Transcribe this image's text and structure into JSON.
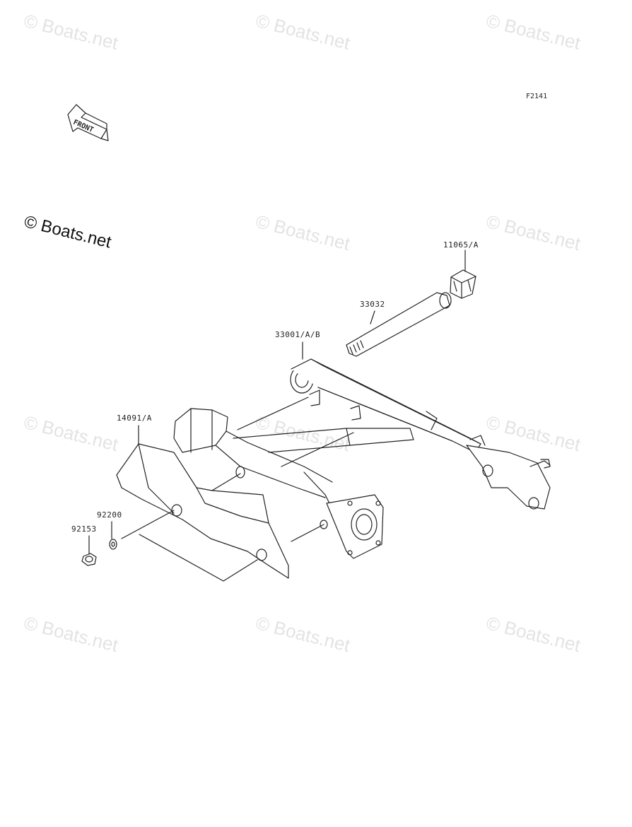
{
  "figure_code": "F2141",
  "watermark": {
    "main_text": "© Boats.net",
    "repeat_text": "© Boats.net"
  },
  "front_arrow": {
    "text": "FRONT",
    "icon": "front-direction-arrow-icon"
  },
  "parts": [
    {
      "part_no": "11065/A"
    },
    {
      "part_no": "33032"
    },
    {
      "part_no": "33001/A/B"
    },
    {
      "part_no": "14091/A"
    },
    {
      "part_no": "92200"
    },
    {
      "part_no": "92153"
    }
  ],
  "colors": {
    "line": "#222222",
    "background": "#ffffff",
    "watermark": "#e3e3e3"
  }
}
